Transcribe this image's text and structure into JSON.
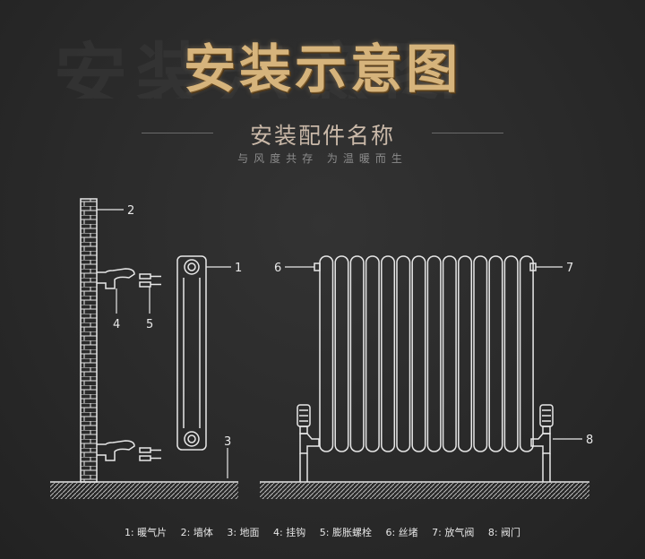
{
  "background_text": "安装示意图",
  "title": "安装示意图",
  "subtitle": "安装配件名称",
  "tagline": "与风度共存 为温暖而生",
  "callouts": [
    "1",
    "2",
    "3",
    "4",
    "5",
    "6",
    "7",
    "8"
  ],
  "legend": [
    "1: 暖气片",
    "2: 墙体",
    "3: 地面",
    "4: 挂钩",
    "5: 膨胀螺栓",
    "6: 丝堵",
    "7: 放气阀",
    "8: 阀门"
  ],
  "colors": {
    "background": "#2a2a2a",
    "line": "#e8e8e8",
    "title_gold": "#d6b47c",
    "subtitle": "#c9b8a8"
  }
}
